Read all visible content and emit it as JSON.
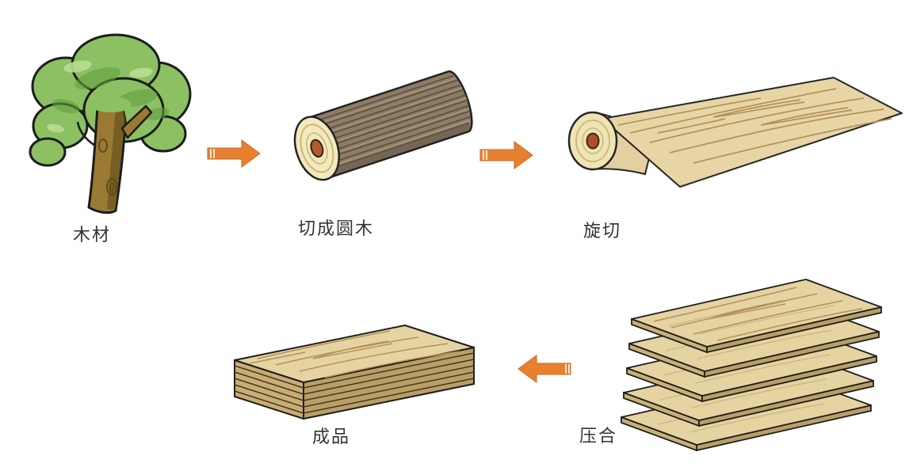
{
  "diagram": {
    "background_color": "#ffffff",
    "arrow_color": "#E8812F",
    "steps": [
      {
        "id": "wood",
        "label": "木材",
        "illustration": "hand-drawn green tree with brown trunk"
      },
      {
        "id": "cut-into-logs",
        "label": "切成圆木",
        "illustration": "bark-covered log with cream cross-section and red-brown core"
      },
      {
        "id": "rotary-peel",
        "label": "旋切",
        "illustration": "log roll peeling off a flat wood-grain veneer sheet"
      },
      {
        "id": "press",
        "label": "压合",
        "illustration": "five separated veneer sheets stacked in perspective"
      },
      {
        "id": "finished-product",
        "label": "成品",
        "illustration": "compressed plywood board with layered edges"
      }
    ],
    "arrows": [
      {
        "id": "arrow-1",
        "direction": "right",
        "from": "木材",
        "to": "切成圆木"
      },
      {
        "id": "arrow-2",
        "direction": "right",
        "from": "切成圆木",
        "to": "旋切"
      },
      {
        "id": "arrow-3",
        "direction": "left",
        "from": "压合",
        "to": "成品"
      }
    ],
    "colors": {
      "foliage_green": "#8CC063",
      "foliage_dark": "#649F3D",
      "foliage_light": "#B9DD92",
      "trunk_brown": "#9A7A32",
      "bark_brown": "#8D7C66",
      "bark_stripe": "#5C4E3E",
      "wood_cream": "#F3E9BD",
      "ring_tan": "#C9B77E",
      "core_red_brown": "#AE502C",
      "veneer_tan": "#E6D3A2",
      "veneer_edge": "#C9B176",
      "grain_brown": "#B2915A",
      "label_text": "#333333"
    }
  }
}
